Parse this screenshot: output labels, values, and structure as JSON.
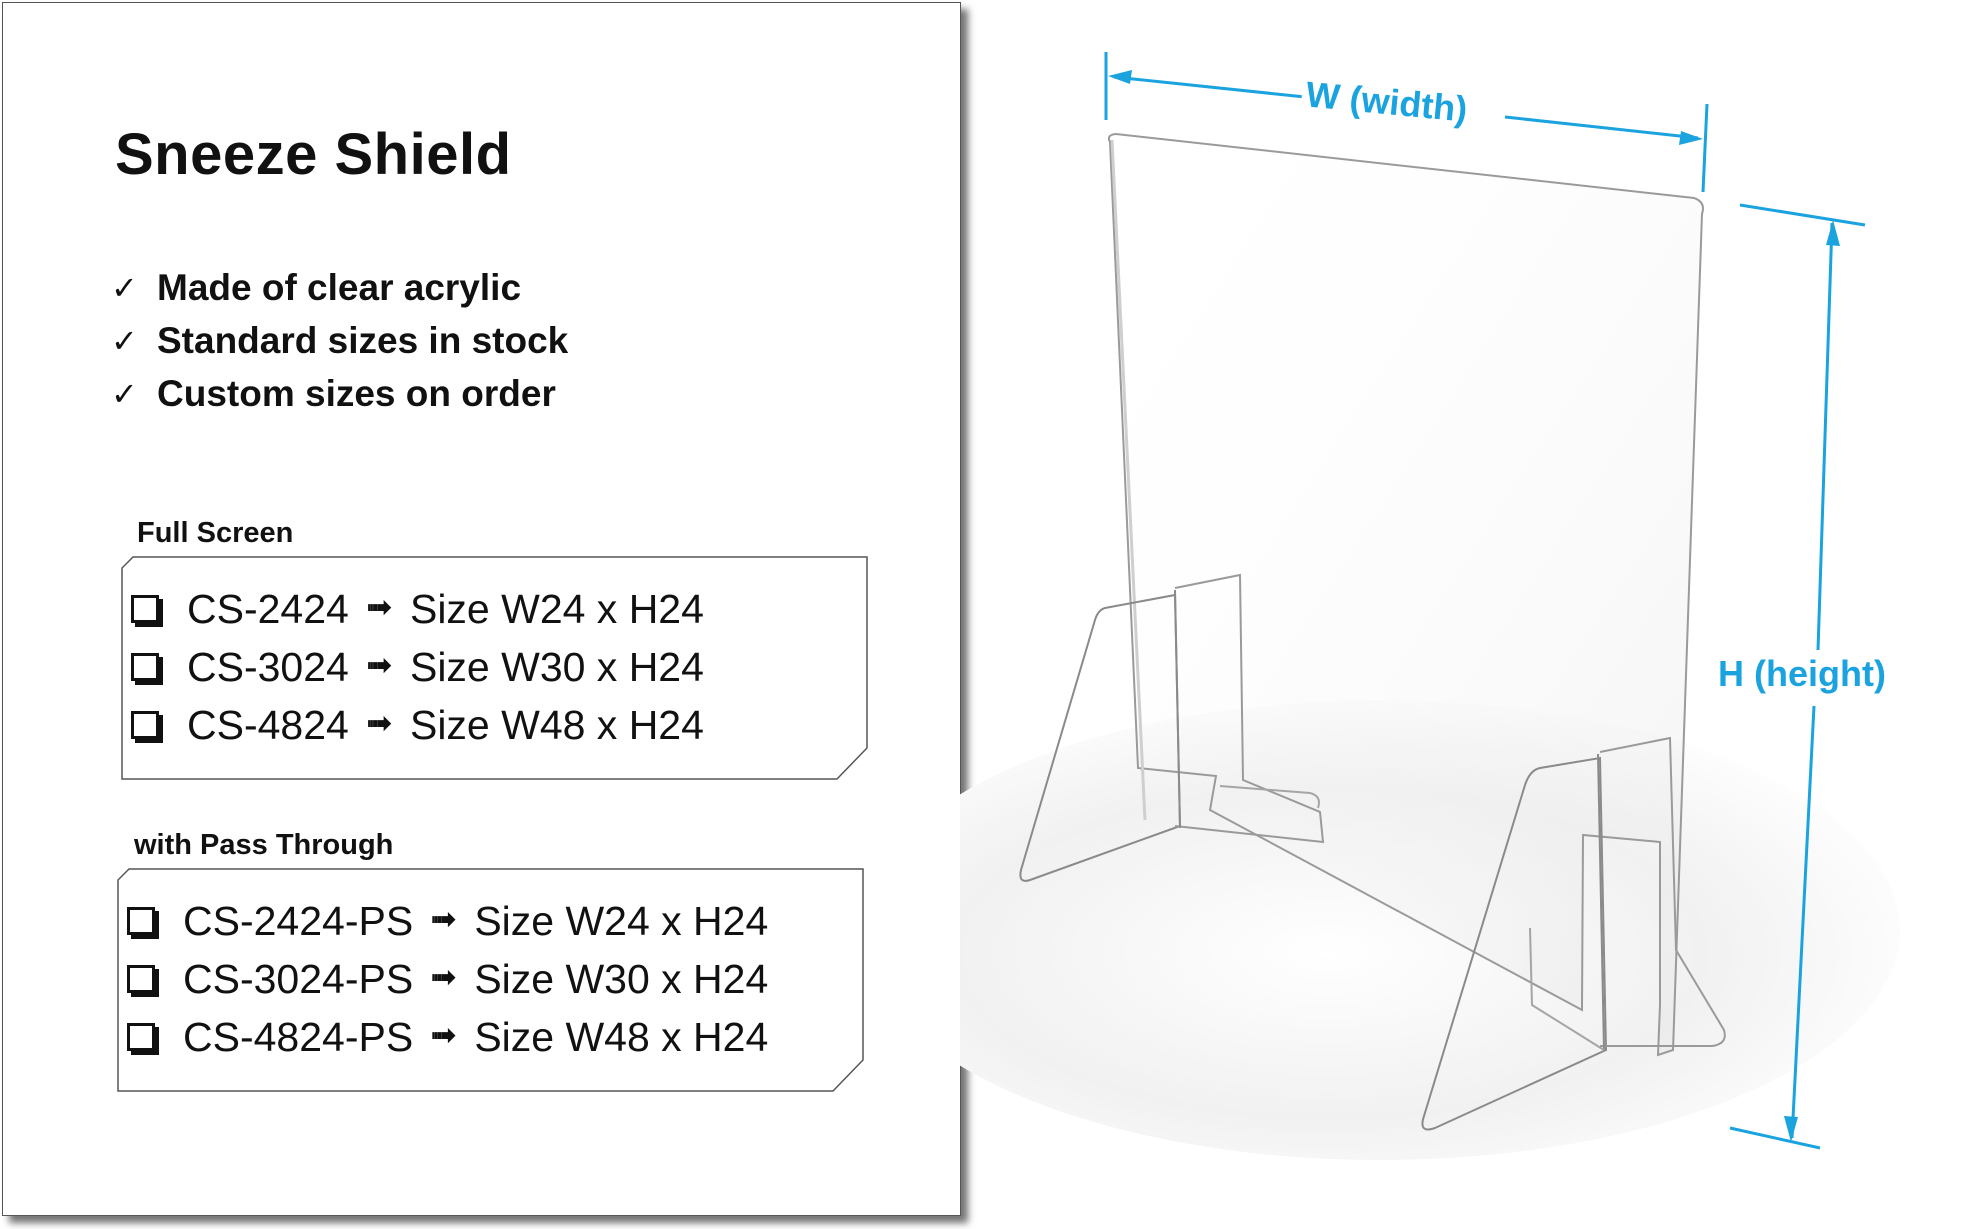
{
  "product": {
    "title": "Sneeze Shield",
    "features": [
      "Made of clear acrylic",
      "Standard sizes in stock",
      "Custom sizes on order"
    ],
    "feature_icon": "check-mark-icon"
  },
  "sections": [
    {
      "label": "Full Screen",
      "items": [
        {
          "code": "CS-2424",
          "size": "Size W24 x H24"
        },
        {
          "code": "CS-3024",
          "size": "Size W30 x H24"
        },
        {
          "code": "CS-4824",
          "size": "Size W48 x H24"
        }
      ]
    },
    {
      "label": "with Pass Through",
      "items": [
        {
          "code": "CS-2424-PS",
          "size": "Size W24 x H24"
        },
        {
          "code": "CS-3024-PS",
          "size": "Size W30 x H24"
        },
        {
          "code": "CS-4824-PS",
          "size": "Size W48 x H24"
        }
      ]
    }
  ],
  "arrow_glyph": "➟",
  "check_glyph": "✓",
  "dimensions": {
    "width_label": "W (width)",
    "height_label": "H (height)",
    "color": "#1aa3de"
  }
}
